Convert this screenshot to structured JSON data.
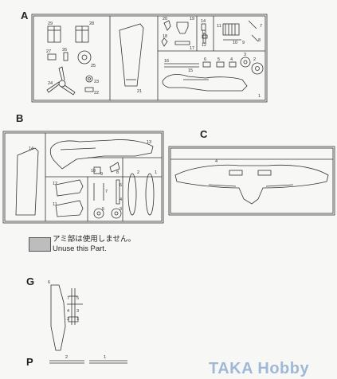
{
  "sprues": {
    "a": "A",
    "b": "B",
    "c": "C",
    "g": "G",
    "p": "P"
  },
  "legend": {
    "line1": "アミ部は使用しません。",
    "line2": "Unuse this Part."
  },
  "watermark": "TAKA Hobby",
  "part_numbers": {
    "a": [
      "29",
      "28",
      "27",
      "26",
      "25",
      "24",
      "23",
      "22",
      "21",
      "20",
      "19",
      "18",
      "17",
      "16",
      "15",
      "14",
      "13",
      "12",
      "11",
      "10",
      "9",
      "8",
      "7",
      "6",
      "5",
      "4",
      "3",
      "2",
      "1"
    ],
    "b": [
      "14",
      "13",
      "12",
      "11",
      "10",
      "9",
      "8",
      "7",
      "6",
      "5",
      "4",
      "3",
      "2",
      "1"
    ],
    "c": [
      "4"
    ],
    "g": [
      "6",
      "7",
      "5",
      "4",
      "3",
      "2",
      "1"
    ],
    "p": [
      "2",
      "1"
    ]
  }
}
